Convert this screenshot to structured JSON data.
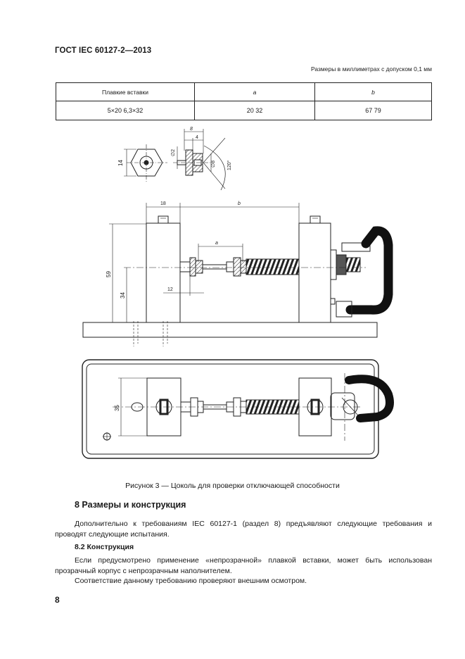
{
  "header": {
    "standard": "ГОСТ IEC 60127-2—2013"
  },
  "dimension_note": "Размеры в миллиметрах с допуском 0,1 мм",
  "table": {
    "headers": [
      "Плавкие вставки",
      "a",
      "b"
    ],
    "rows": [
      [
        "5×20 6,3×32",
        "20 32",
        "67 79"
      ]
    ]
  },
  "figure": {
    "dims": {
      "d8": "8",
      "d4": "4",
      "d14": "14",
      "dia2": "∅2",
      "dia8": "∅8",
      "angle": "120°",
      "d18": "18",
      "b": "b",
      "a": "a",
      "d59": "59",
      "d34": "34",
      "d12": "12",
      "d35": "35"
    },
    "caption": "Рисунок 3 — Цоколь для проверки отключающей способности"
  },
  "section": {
    "title": "8 Размеры и конструкция",
    "intro": "Дополнительно к требованиям IEC 60127-1 (раздел 8) предъявляют следующие требования и проводят следующие испытания.",
    "subsection_title": "8.2 Конструкция",
    "paragraph1": "Если предусмотрено применение «непрозрачной» плавкой вставки, может быть использован прозрачный корпус с непрозрачным наполнителем.",
    "paragraph2": "Соответствие данному требованию проверяют внешним осмотром."
  },
  "page_number": "8"
}
